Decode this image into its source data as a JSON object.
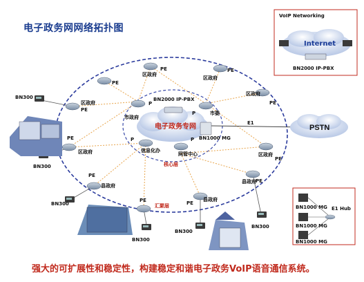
{
  "title": "电子政务网网络拓扑图",
  "footer": "强大的可扩展性和稳定性，构建稳定和谐电子政务VoIP语音通信系统。",
  "colors": {
    "ring": "#2a3a9c",
    "core_ring": "#3a4aa8",
    "link": "#e8a44a",
    "accent_red": "#c0291c",
    "router": "#8fa0b5"
  },
  "voip_box": {
    "title": "VoIP Networking",
    "cloud": "Internet",
    "device": "BN2000 IP-PBX"
  },
  "core": {
    "cloud": "电子政务专网",
    "pbx": "BN2000 IP-PBX",
    "mg": "BN1000 MG",
    "layer": "核心层",
    "nodes": [
      "市政府",
      "市委",
      "信息化办",
      "网管中心"
    ]
  },
  "agg_layer": "汇聚层",
  "labels": {
    "p": "P",
    "pe": "PE",
    "e1": "E1",
    "pstn": "PSTN",
    "bn300": "BN300",
    "district": "区政府",
    "county": "县政府"
  },
  "hub_box": {
    "devices": [
      "BN1000 MG",
      "BN1000 MG",
      "BN1000 MG"
    ],
    "hub": "E1 Hub"
  }
}
